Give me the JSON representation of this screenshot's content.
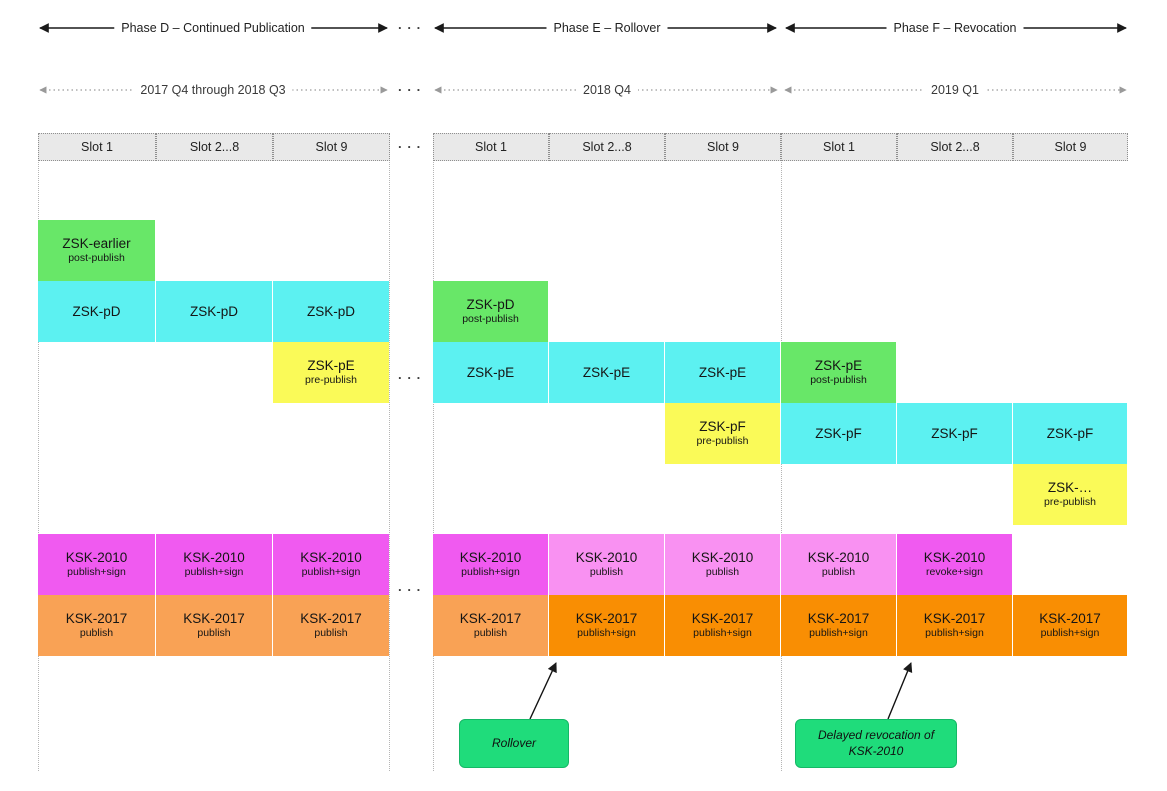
{
  "phases": [
    {
      "label": "Phase D – Continued Publication"
    },
    {
      "label": "Phase E – Rollover"
    },
    {
      "label": "Phase F – Revocation"
    }
  ],
  "quarters": [
    {
      "label": "2017 Q4 through 2018 Q3"
    },
    {
      "label": "2018 Q4"
    },
    {
      "label": "2019 Q1"
    }
  ],
  "slot_headers": [
    "Slot 1",
    "Slot 2...8",
    "Slot 9",
    "Slot 1",
    "Slot 2...8",
    "Slot 9",
    "Slot 1",
    "Slot 2...8",
    "Slot 9"
  ],
  "gap_dots": "···",
  "cells": [
    {
      "col": 0,
      "row": 0,
      "label": "ZSK-earlier",
      "sub": "post-publish",
      "color": "green"
    },
    {
      "col": 0,
      "row": 1,
      "label": "ZSK-pD",
      "sub": "",
      "color": "cyan"
    },
    {
      "col": 1,
      "row": 1,
      "label": "ZSK-pD",
      "sub": "",
      "color": "cyan"
    },
    {
      "col": 2,
      "row": 1,
      "label": "ZSK-pD",
      "sub": "",
      "color": "cyan"
    },
    {
      "col": 3,
      "row": 1,
      "label": "ZSK-pD",
      "sub": "post-publish",
      "color": "green"
    },
    {
      "col": 2,
      "row": 2,
      "label": "ZSK-pE",
      "sub": "pre-publish",
      "color": "yellow"
    },
    {
      "col": 3,
      "row": 2,
      "label": "ZSK-pE",
      "sub": "",
      "color": "cyan"
    },
    {
      "col": 4,
      "row": 2,
      "label": "ZSK-pE",
      "sub": "",
      "color": "cyan"
    },
    {
      "col": 5,
      "row": 2,
      "label": "ZSK-pE",
      "sub": "",
      "color": "cyan"
    },
    {
      "col": 6,
      "row": 2,
      "label": "ZSK-pE",
      "sub": "post-publish",
      "color": "green"
    },
    {
      "col": 5,
      "row": 3,
      "label": "ZSK-pF",
      "sub": "pre-publish",
      "color": "yellow"
    },
    {
      "col": 6,
      "row": 3,
      "label": "ZSK-pF",
      "sub": "",
      "color": "cyan"
    },
    {
      "col": 7,
      "row": 3,
      "label": "ZSK-pF",
      "sub": "",
      "color": "cyan"
    },
    {
      "col": 8,
      "row": 3,
      "label": "ZSK-pF",
      "sub": "",
      "color": "cyan"
    },
    {
      "col": 8,
      "row": 4,
      "label": "ZSK-…",
      "sub": "pre-publish",
      "color": "yellow"
    },
    {
      "col": 0,
      "row": 5,
      "label": "KSK-2010",
      "sub": "publish+sign",
      "color": "magenta"
    },
    {
      "col": 1,
      "row": 5,
      "label": "KSK-2010",
      "sub": "publish+sign",
      "color": "magenta"
    },
    {
      "col": 2,
      "row": 5,
      "label": "KSK-2010",
      "sub": "publish+sign",
      "color": "magenta"
    },
    {
      "col": 3,
      "row": 5,
      "label": "KSK-2010",
      "sub": "publish+sign",
      "color": "magenta"
    },
    {
      "col": 4,
      "row": 5,
      "label": "KSK-2010",
      "sub": "publish",
      "color": "pink"
    },
    {
      "col": 5,
      "row": 5,
      "label": "KSK-2010",
      "sub": "publish",
      "color": "pink"
    },
    {
      "col": 6,
      "row": 5,
      "label": "KSK-2010",
      "sub": "publish",
      "color": "pink"
    },
    {
      "col": 7,
      "row": 5,
      "label": "KSK-2010",
      "sub": "revoke+sign",
      "color": "magenta"
    },
    {
      "col": 0,
      "row": 6,
      "label": "KSK-2017",
      "sub": "publish",
      "color": "orange_light"
    },
    {
      "col": 1,
      "row": 6,
      "label": "KSK-2017",
      "sub": "publish",
      "color": "orange_light"
    },
    {
      "col": 2,
      "row": 6,
      "label": "KSK-2017",
      "sub": "publish",
      "color": "orange_light"
    },
    {
      "col": 3,
      "row": 6,
      "label": "KSK-2017",
      "sub": "publish",
      "color": "orange_light"
    },
    {
      "col": 4,
      "row": 6,
      "label": "KSK-2017",
      "sub": "publish+sign",
      "color": "orange_dark"
    },
    {
      "col": 5,
      "row": 6,
      "label": "KSK-2017",
      "sub": "publish+sign",
      "color": "orange_dark"
    },
    {
      "col": 6,
      "row": 6,
      "label": "KSK-2017",
      "sub": "publish+sign",
      "color": "orange_dark"
    },
    {
      "col": 7,
      "row": 6,
      "label": "KSK-2017",
      "sub": "publish+sign",
      "color": "orange_dark"
    },
    {
      "col": 8,
      "row": 6,
      "label": "KSK-2017",
      "sub": "publish+sign",
      "color": "orange_dark"
    }
  ],
  "annotations": [
    {
      "lines": [
        "Rollover"
      ]
    },
    {
      "lines": [
        "Delayed revocation of",
        "KSK-2010"
      ]
    }
  ],
  "colors": {
    "green": "#68e768",
    "cyan": "#5cf1f1",
    "yellow": "#fafa58",
    "magenta": "#f05af0",
    "pink": "#f991f2",
    "orange_light": "#f9a255",
    "orange_dark": "#f98e03",
    "annotation_green": "#1fdc7b",
    "header_bg": "#e9e9e9",
    "arrow_dark": "#1a1a1a",
    "arrow_gray": "#999999"
  }
}
